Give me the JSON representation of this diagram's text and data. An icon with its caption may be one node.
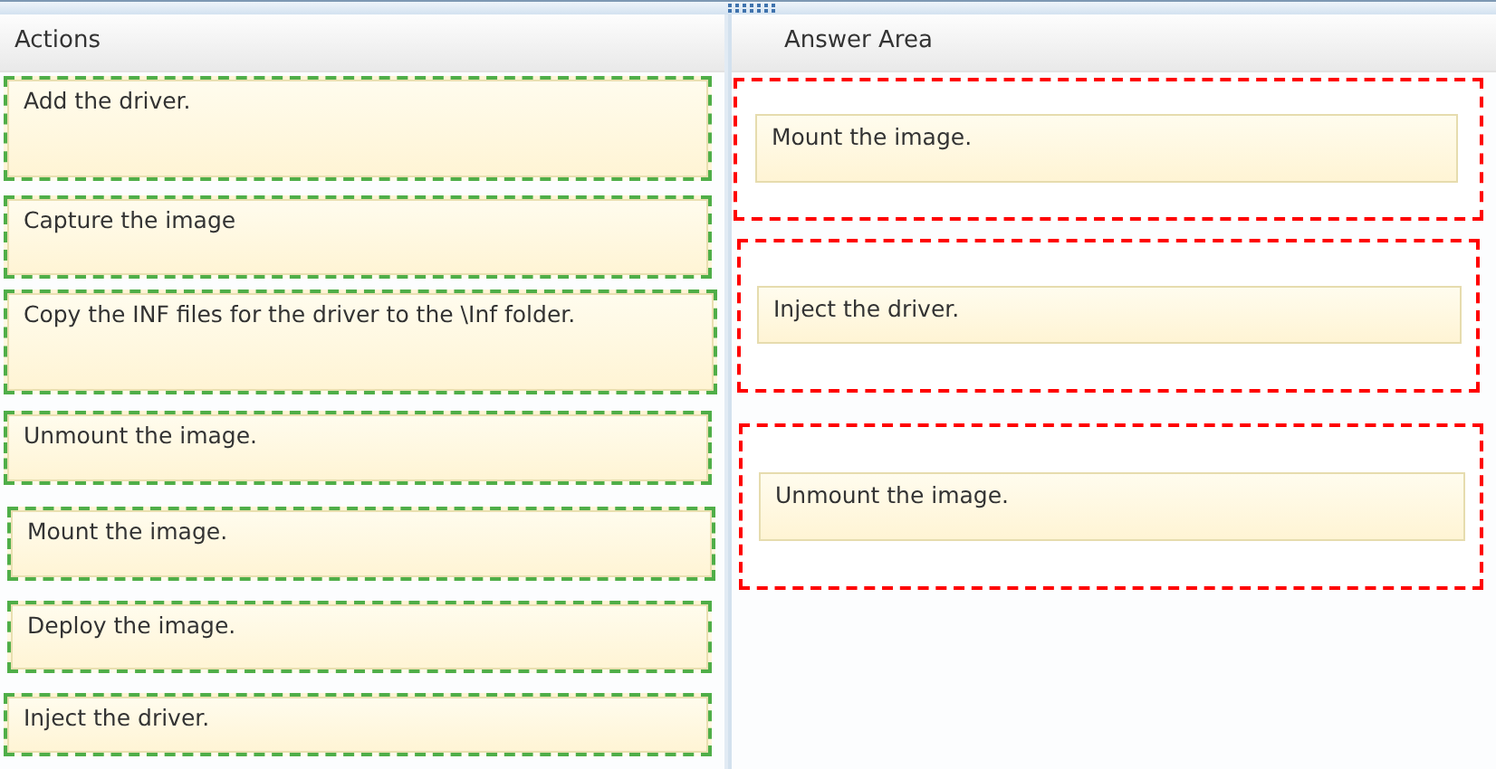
{
  "diagram": {
    "nodes": [
      {
        "text": [
          "Actions"
        ]
      },
      {
        "text": [
          "Add the driver."
        ],
        "in": 0
      },
      {
        "text": [
          "Capture the image"
        ],
        "in": 0
      },
      {
        "text": [
          "Copy the INF files for the driver to the \\Inf folder."
        ],
        "in": 0
      },
      {
        "text": [
          "Unmount the image."
        ],
        "in": 0
      },
      {
        "text": [
          "Mount the image."
        ],
        "in": 0
      },
      {
        "text": [
          "Deploy the image."
        ],
        "in": 0
      },
      {
        "text": [
          "Inject the driver."
        ],
        "in": 0
      },
      {
        "text": [
          "Answer Area"
        ]
      },
      {
        "text": [],
        "shape": "box",
        "in": 8
      },
      {
        "text": [
          "Mount the image."
        ],
        "in": 9
      },
      {
        "text": [],
        "shape": "box",
        "in": 8
      },
      {
        "text": [
          "Inject the driver."
        ],
        "in": 11
      },
      {
        "text": [],
        "shape": "box",
        "in": 8
      },
      {
        "text": [
          "Unmount the image."
        ],
        "in": 13
      }
    ]
  }
}
